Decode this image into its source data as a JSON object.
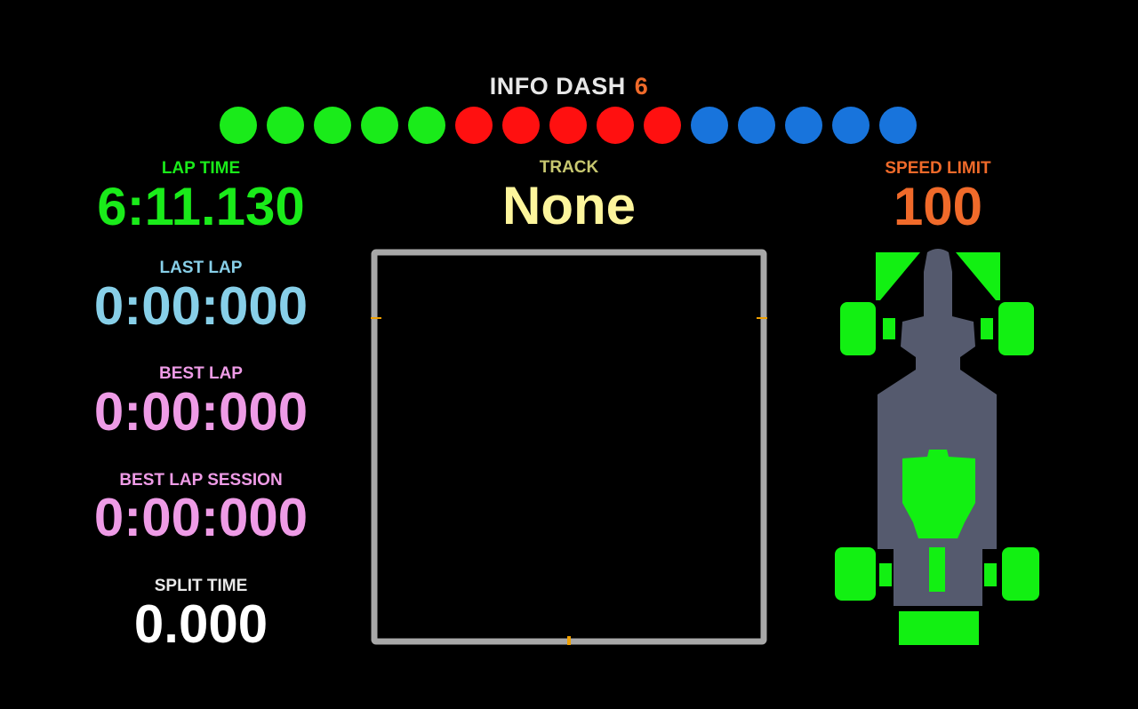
{
  "header": {
    "title": "INFO DASH",
    "number": "6"
  },
  "colors": {
    "green": "#1aeb1a",
    "red": "#ff1010",
    "blue": "#1874dc",
    "lap_time": "#1aeb1a",
    "last_lap": "#87cfe8",
    "best_lap": "#ee9be6",
    "best_lap_session": "#ee9be6",
    "split_time": "#ffffff",
    "track": "#fdf59c",
    "speed_limit": "#f06a2a",
    "car_body": "#555a6e",
    "car_green": "#12f012",
    "track_border": "#a8a8a8",
    "track_marker": "#f0a000"
  },
  "leds": [
    "green",
    "green",
    "green",
    "green",
    "green",
    "red",
    "red",
    "red",
    "red",
    "red",
    "blue",
    "blue",
    "blue",
    "blue",
    "blue"
  ],
  "left": {
    "lap_time": {
      "label": "LAP TIME",
      "value": "6:11.130"
    },
    "last_lap": {
      "label": "LAST LAP",
      "value": "0:00:000"
    },
    "best_lap": {
      "label": "BEST LAP",
      "value": "0:00:000"
    },
    "best_lap_session": {
      "label": "BEST LAP SESSION",
      "value": "0:00:000"
    },
    "split_time": {
      "label": "SPLIT TIME",
      "value": "0.000"
    }
  },
  "middle": {
    "track": {
      "label": "TRACK",
      "value": "None"
    }
  },
  "right": {
    "speed_limit": {
      "label": "SPEED LIMIT",
      "value": "100"
    }
  }
}
